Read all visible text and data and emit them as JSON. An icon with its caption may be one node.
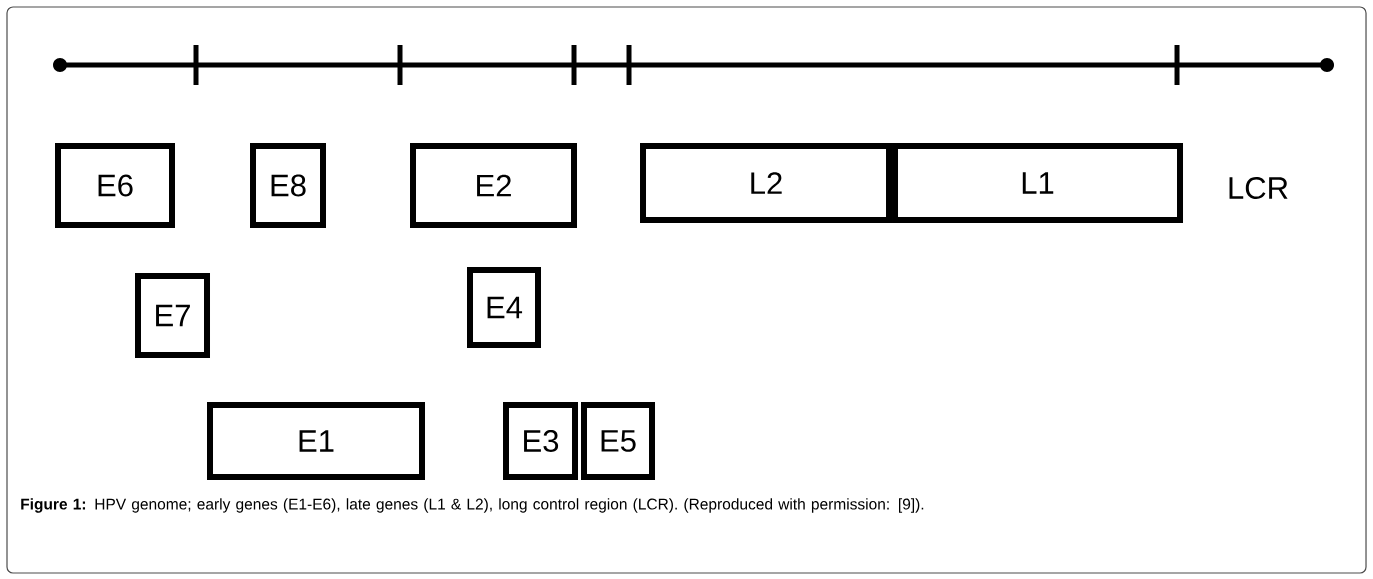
{
  "diagram": {
    "caption": "**Figure 1:** HPV genome; early genes (E1-E6), late genes (L1 & L2), long control region (LCR). (Reproduced with permission: [9]).",
    "nodes": [
      {
        "text": [
          "E6"
        ]
      },
      {
        "text": [
          "E8"
        ]
      },
      {
        "text": [
          "E2"
        ]
      },
      {
        "text": [
          "L2"
        ]
      },
      {
        "text": [
          "L1"
        ]
      },
      {
        "text": [
          "E7"
        ]
      },
      {
        "text": [
          "E4"
        ]
      },
      {
        "text": [
          "E1"
        ]
      },
      {
        "text": [
          "E3"
        ]
      },
      {
        "text": [
          "E5"
        ]
      }
    ],
    "labels": [
      "LCR"
    ]
  }
}
